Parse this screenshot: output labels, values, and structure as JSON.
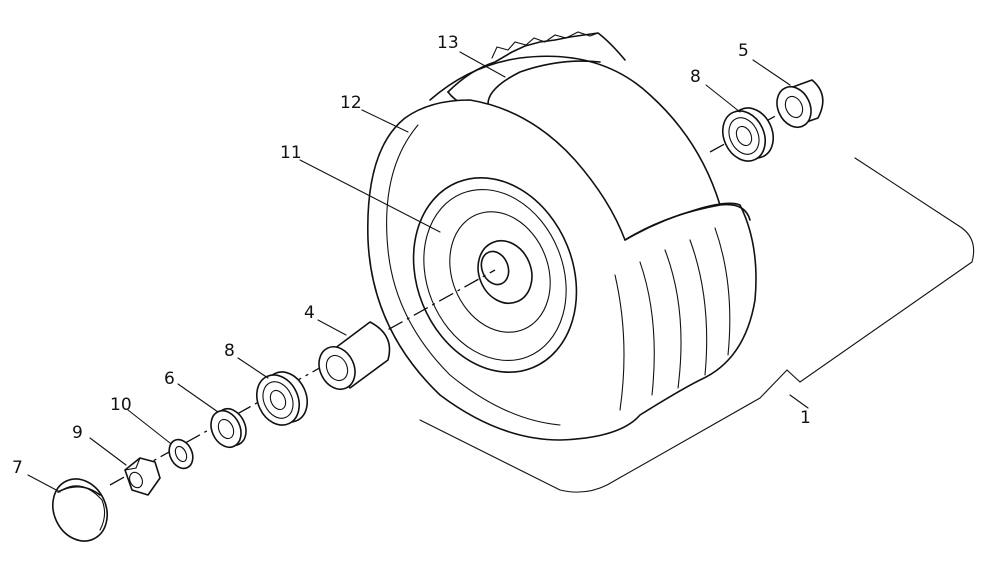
{
  "diagram": {
    "type": "exploded-parts-view",
    "colors": {
      "line": "#111111",
      "background": "#ffffff"
    },
    "callouts": [
      {
        "id": "13",
        "label": "13",
        "part": "tread-cap"
      },
      {
        "id": "12",
        "label": "12",
        "part": "tire"
      },
      {
        "id": "11",
        "label": "11",
        "part": "rim"
      },
      {
        "id": "5",
        "label": "5",
        "part": "flanged-bushing"
      },
      {
        "id": "8a",
        "label": "8",
        "part": "bearing-right"
      },
      {
        "id": "4",
        "label": "4",
        "part": "spacer-tube"
      },
      {
        "id": "8b",
        "label": "8",
        "part": "bearing-left"
      },
      {
        "id": "6",
        "label": "6",
        "part": "washer"
      },
      {
        "id": "10",
        "label": "10",
        "part": "lock-washer"
      },
      {
        "id": "9",
        "label": "9",
        "part": "hex-nut"
      },
      {
        "id": "7",
        "label": "7",
        "part": "hub-cap"
      },
      {
        "id": "1",
        "label": "1",
        "part": "wheel-assembly"
      }
    ]
  }
}
